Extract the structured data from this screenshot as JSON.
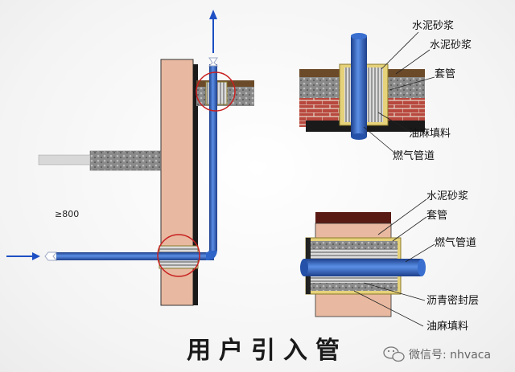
{
  "title": "用户引入管",
  "dimension_label": "≥800",
  "top_detail": {
    "labels": [
      "水泥砂浆",
      "水泥砂浆",
      "套管",
      "油麻填料",
      "燃气管道"
    ]
  },
  "bottom_detail": {
    "labels": [
      "水泥砂浆",
      "套管",
      "燃气管道",
      "沥青密封层",
      "油麻填料"
    ]
  },
  "watermark": {
    "icon": "wechat-icon",
    "text": "微信号: nhvaca"
  },
  "colors": {
    "pipe_blue": "#2f64c8",
    "wall_tan": "#e8b9a0",
    "sleeve_yellow": "#e6d27a",
    "arrow_blue": "#1e4fc4",
    "circle_red": "#c82020"
  }
}
